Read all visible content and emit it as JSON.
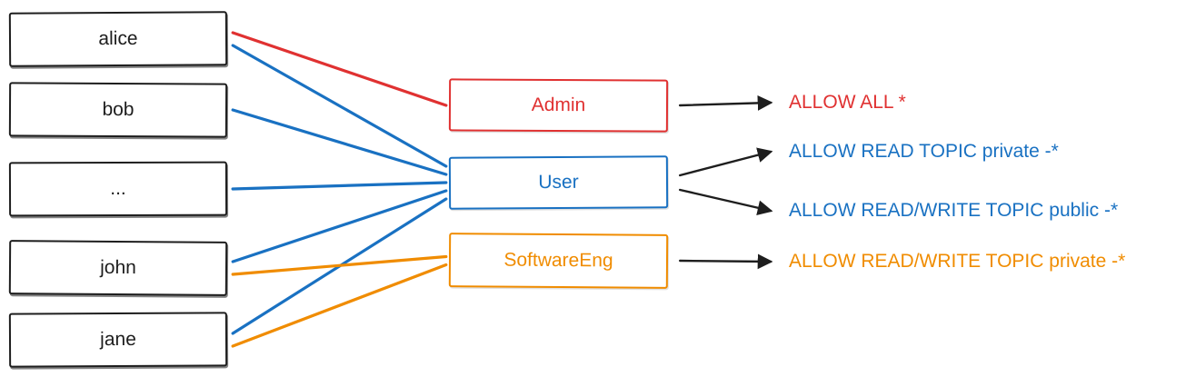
{
  "ink_color": "#1e1e1e",
  "users": [
    {
      "id": "alice",
      "label": "alice"
    },
    {
      "id": "bob",
      "label": "bob"
    },
    {
      "id": "dots",
      "label": "..."
    },
    {
      "id": "john",
      "label": "john"
    },
    {
      "id": "jane",
      "label": "jane"
    }
  ],
  "roles": [
    {
      "id": "admin",
      "label": "Admin",
      "color": "#e03131"
    },
    {
      "id": "user",
      "label": "User",
      "color": "#1971c2"
    },
    {
      "id": "softwareeng",
      "label": "SoftwareEng",
      "color": "#f08c00"
    }
  ],
  "permissions": [
    {
      "id": "perm-allow-all",
      "label": "ALLOW ALL *",
      "color": "#e03131"
    },
    {
      "id": "perm-read-private",
      "label": "ALLOW READ TOPIC private -*",
      "color": "#1971c2"
    },
    {
      "id": "perm-rw-public",
      "label": "ALLOW READ/WRITE TOPIC public -*",
      "color": "#1971c2"
    },
    {
      "id": "perm-rw-private",
      "label": "ALLOW READ/WRITE TOPIC private -*",
      "color": "#f08c00"
    }
  ],
  "memberships": [
    {
      "from": "alice",
      "to": "admin",
      "color": "#e03131"
    },
    {
      "from": "alice",
      "to": "user",
      "color": "#1971c2"
    },
    {
      "from": "bob",
      "to": "user",
      "color": "#1971c2"
    },
    {
      "from": "dots",
      "to": "user",
      "color": "#1971c2"
    },
    {
      "from": "john",
      "to": "user",
      "color": "#1971c2"
    },
    {
      "from": "jane",
      "to": "user",
      "color": "#1971c2"
    },
    {
      "from": "john",
      "to": "softwareeng",
      "color": "#f08c00"
    },
    {
      "from": "jane",
      "to": "softwareeng",
      "color": "#f08c00"
    }
  ],
  "grants": [
    {
      "from": "admin",
      "to": "perm-allow-all"
    },
    {
      "from": "user",
      "to": "perm-read-private"
    },
    {
      "from": "user",
      "to": "perm-rw-public"
    },
    {
      "from": "softwareeng",
      "to": "perm-rw-private"
    }
  ]
}
